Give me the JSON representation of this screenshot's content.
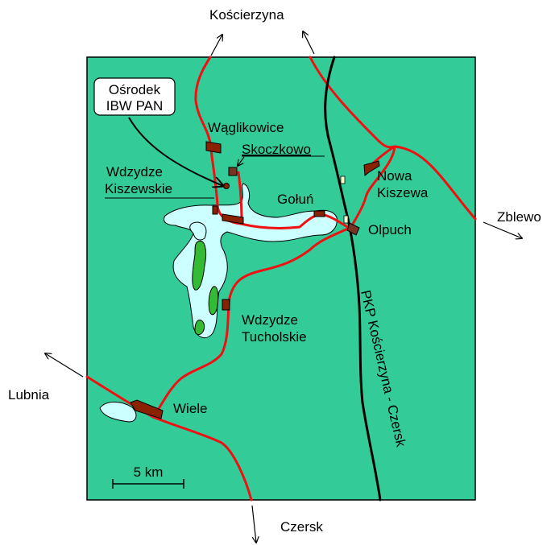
{
  "colors": {
    "land": "#33cc99",
    "water": "#ccffff",
    "island": "#33bb33",
    "road": "#ee1111",
    "railway": "#000000",
    "village": "#882200",
    "village_small": "#773322",
    "station": "#ffffcc"
  },
  "destinations": {
    "north": "Kościerzyna",
    "east": "Zblewo",
    "west": "Lubnia",
    "south": "Czersk"
  },
  "places": {
    "waglikowice": "Wąglikowice",
    "skoczkowo": "Skoczkowo",
    "wdzydze_kiszewskie_line1": "Wdzydze",
    "wdzydze_kiszewskie_line2": "Kiszewskie",
    "golun": "Gołuń",
    "nowa_kiszewa_line1": "Nowa",
    "nowa_kiszewa_line2": "Kiszewa",
    "olpuch": "Olpuch",
    "wdzydze_tucholskie_line1": "Wdzydze",
    "wdzydze_tucholskie_line2": "Tucholskie",
    "wiele": "Wiele"
  },
  "research_station": {
    "line1": "Ośrodek",
    "line2": "IBW PAN"
  },
  "railway": {
    "label": "PKP Kościerzyna - Czersk"
  },
  "scale_bar": {
    "label": "5 km"
  }
}
